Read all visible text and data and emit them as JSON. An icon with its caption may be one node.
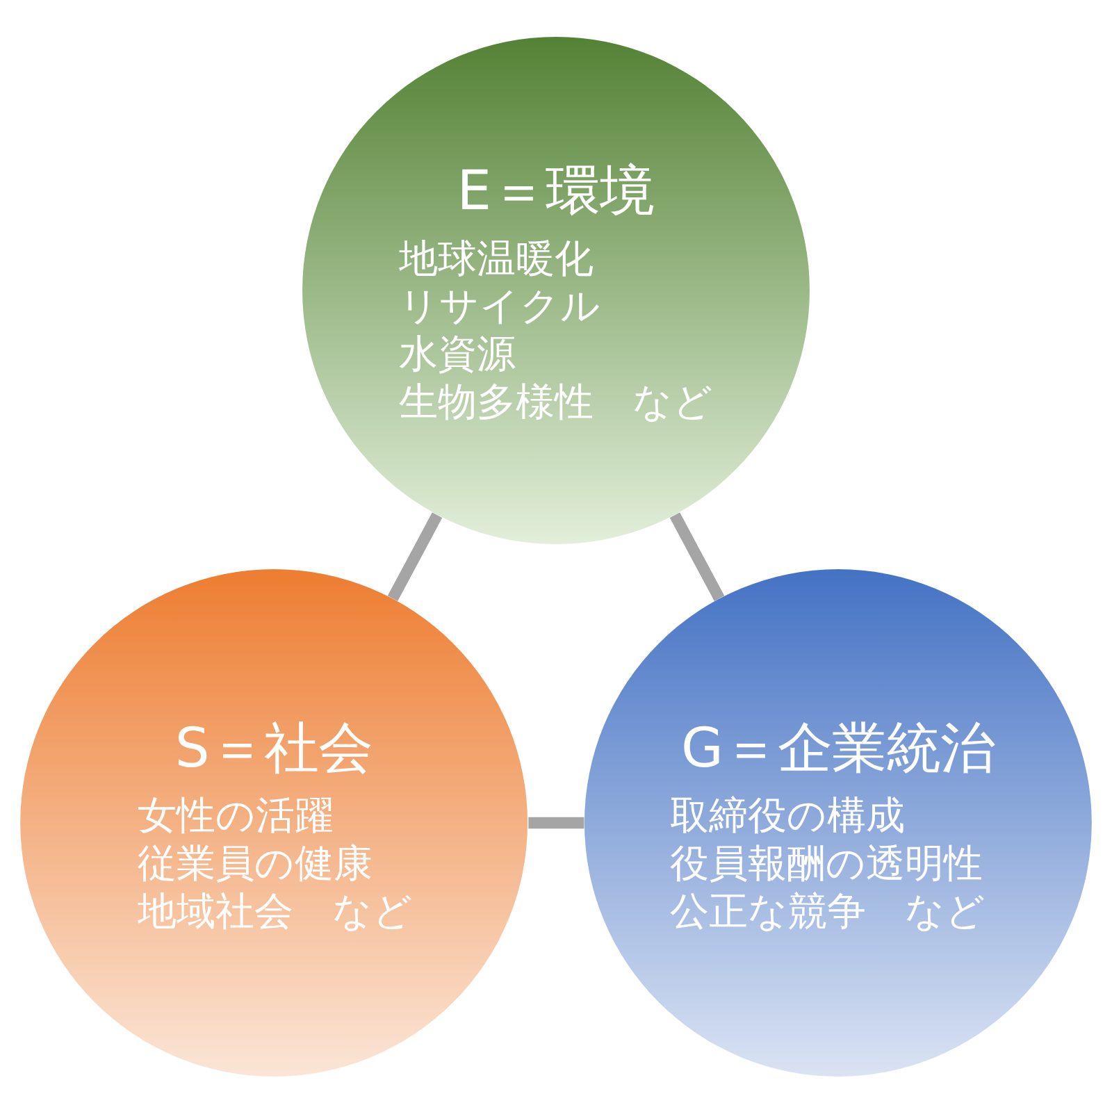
{
  "diagram": {
    "nodes": [
      {
        "text": [
          "E＝環境",
          "地球温暖化",
          "リサイクル",
          "水資源",
          "生物多様性　など"
        ]
      },
      {
        "text": [
          "S＝社会",
          "女性の活躍",
          "従業員の健康",
          "地域社会　など"
        ]
      },
      {
        "text": [
          "G＝企業統治",
          "取締役の構成",
          "役員報酬の透明性",
          "公正な競争　など"
        ]
      }
    ],
    "edges": [
      {
        "from": 0,
        "to": 1,
        "arrow": "none"
      },
      {
        "from": 0,
        "to": 2,
        "arrow": "none"
      },
      {
        "from": 1,
        "to": 2,
        "arrow": "none"
      }
    ]
  }
}
